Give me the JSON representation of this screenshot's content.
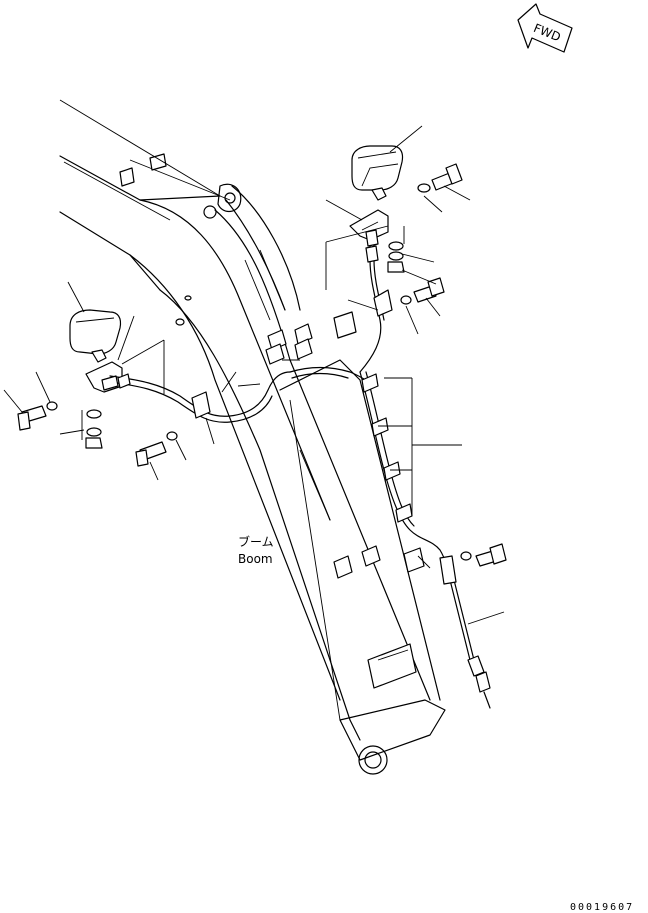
{
  "orientation": {
    "label": "FWD"
  },
  "boom_label": {
    "jp": "ブーム",
    "en": "Boom"
  },
  "drawing_number": "00019607",
  "icons": [
    "fwd-arrow-icon"
  ]
}
